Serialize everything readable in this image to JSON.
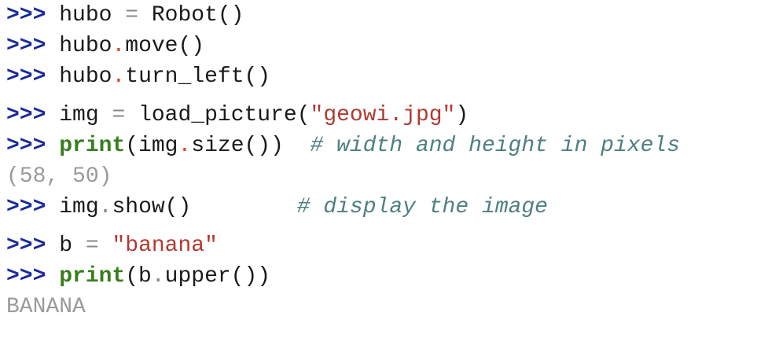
{
  "session": {
    "prompt": ">>>",
    "blocks": [
      {
        "lines": [
          {
            "kind": "input",
            "tokens": [
              {
                "type": "plain",
                "text": "hubo "
              },
              {
                "type": "op",
                "text": "="
              },
              {
                "type": "plain",
                "text": " Robot()"
              }
            ]
          },
          {
            "kind": "input",
            "tokens": [
              {
                "type": "plain",
                "text": "hubo"
              },
              {
                "type": "dot",
                "text": "."
              },
              {
                "type": "plain",
                "text": "move()"
              }
            ]
          },
          {
            "kind": "input",
            "tokens": [
              {
                "type": "plain",
                "text": "hubo"
              },
              {
                "type": "dot",
                "text": "."
              },
              {
                "type": "plain",
                "text": "turn_left()"
              }
            ]
          }
        ]
      },
      {
        "lines": [
          {
            "kind": "input",
            "tokens": [
              {
                "type": "plain",
                "text": "img "
              },
              {
                "type": "op",
                "text": "="
              },
              {
                "type": "plain",
                "text": " load_picture("
              },
              {
                "type": "string",
                "text": "\"geowi.jpg\""
              },
              {
                "type": "plain",
                "text": ")"
              }
            ]
          },
          {
            "kind": "input",
            "tokens": [
              {
                "type": "keyword",
                "text": "print"
              },
              {
                "type": "plain",
                "text": "(img"
              },
              {
                "type": "dot",
                "text": "."
              },
              {
                "type": "plain",
                "text": "size())  "
              },
              {
                "type": "comment",
                "text": "# width and height in pixels"
              }
            ]
          },
          {
            "kind": "output",
            "text": "(58, 50)"
          },
          {
            "kind": "input",
            "tokens": [
              {
                "type": "plain",
                "text": "img"
              },
              {
                "type": "op",
                "text": "."
              },
              {
                "type": "plain",
                "text": "show()        "
              },
              {
                "type": "comment",
                "text": "# display the image"
              }
            ]
          }
        ]
      },
      {
        "lines": [
          {
            "kind": "input",
            "tokens": [
              {
                "type": "plain",
                "text": "b "
              },
              {
                "type": "op",
                "text": "="
              },
              {
                "type": "plain",
                "text": " "
              },
              {
                "type": "string",
                "text": "\"banana\""
              }
            ]
          },
          {
            "kind": "input",
            "tokens": [
              {
                "type": "keyword",
                "text": "print"
              },
              {
                "type": "plain",
                "text": "(b"
              },
              {
                "type": "op",
                "text": "."
              },
              {
                "type": "plain",
                "text": "upper())"
              }
            ]
          },
          {
            "kind": "output",
            "text": "BANANA"
          }
        ]
      }
    ]
  },
  "colors": {
    "prompt": "#1a2a9a",
    "keyword": "#3a7d1f",
    "string": "#b03a32",
    "attribute_dot": "#d64a2a",
    "comment": "#4f7f80",
    "output": "#9a9a9a"
  }
}
